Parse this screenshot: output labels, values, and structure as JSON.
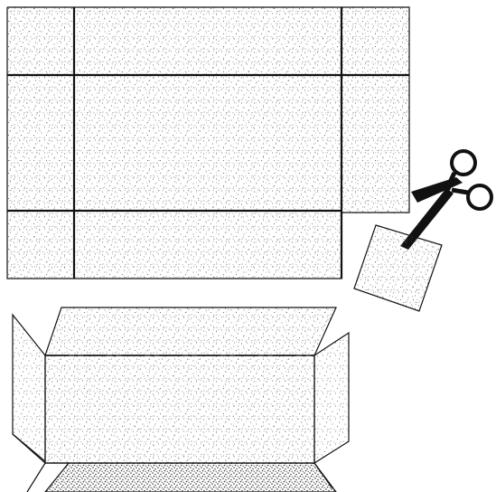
{
  "figure": {
    "background": "#ffffff",
    "ink": "#111111",
    "stipple_light": "#555555",
    "stipple_dark": "#222222",
    "icons": [
      "scissors-icon"
    ],
    "parts": {
      "flat_net": "box-net",
      "cut_corner": "cut-corner-square",
      "folded_box": "folded-open-box"
    }
  }
}
